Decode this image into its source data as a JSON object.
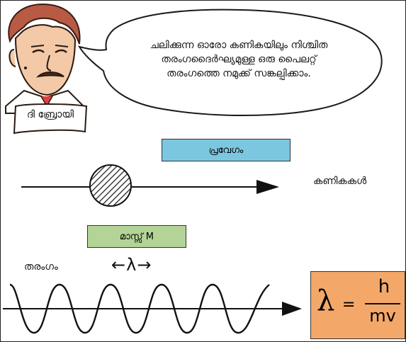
{
  "speech_bubble": {
    "lines": [
      "ചലിക്കുന്ന ഓരോ കണികയിലും നിശ്ചിത",
      "തരംഗദൈർഘ്യമുള്ള ഒരു പൈലറ്റ്",
      "തരംഗത്തെ നമുക്ക് സങ്കല്പിക്കാം."
    ]
  },
  "portrait": {
    "name": "ദി ബ്രോയി"
  },
  "particle": {
    "velocity_label": "പ്രവേഗം",
    "mass_label": "മാസ്സ് M",
    "particles_label": "കണികകൾ"
  },
  "wave": {
    "label": "തരംഗം",
    "wavelength_marker": "←λ→"
  },
  "formula": {
    "lambda": "λ",
    "equals": "=",
    "numerator": "h",
    "denominator": "mv"
  },
  "colors": {
    "velocity_box": "#7cc7e0",
    "mass_box": "#b3d496",
    "formula_box": "#f3a86a"
  }
}
